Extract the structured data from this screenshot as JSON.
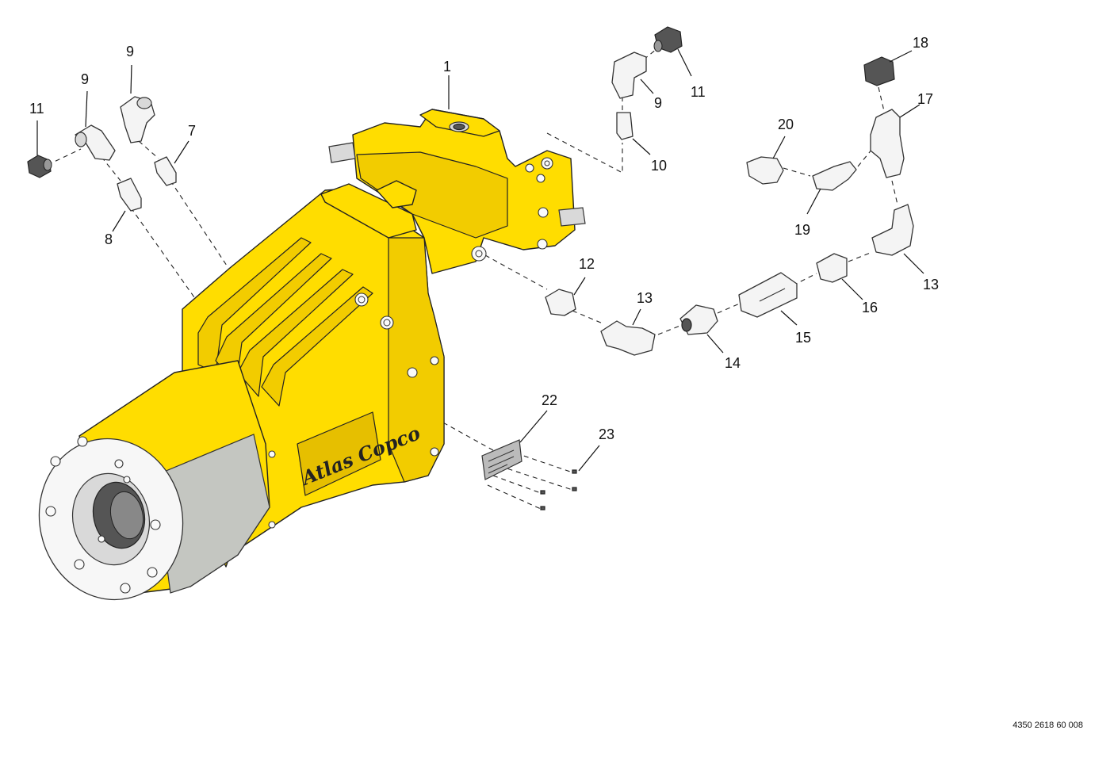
{
  "document_number": "4350 2618 60 008",
  "brand_logo_text": "Atlas Copco",
  "callouts": [
    {
      "id": "c1",
      "label": "1"
    },
    {
      "id": "c7",
      "label": "7"
    },
    {
      "id": "c8",
      "label": "8"
    },
    {
      "id": "c9a",
      "label": "9"
    },
    {
      "id": "c9b",
      "label": "9"
    },
    {
      "id": "c9c",
      "label": "9"
    },
    {
      "id": "c10",
      "label": "10"
    },
    {
      "id": "c11a",
      "label": "11"
    },
    {
      "id": "c11b",
      "label": "11"
    },
    {
      "id": "c12",
      "label": "12"
    },
    {
      "id": "c13a",
      "label": "13"
    },
    {
      "id": "c13b",
      "label": "13"
    },
    {
      "id": "c14",
      "label": "14"
    },
    {
      "id": "c15",
      "label": "15"
    },
    {
      "id": "c16",
      "label": "16"
    },
    {
      "id": "c17",
      "label": "17"
    },
    {
      "id": "c18",
      "label": "18"
    },
    {
      "id": "c19",
      "label": "19"
    },
    {
      "id": "c20",
      "label": "20"
    },
    {
      "id": "c22",
      "label": "22"
    },
    {
      "id": "c23",
      "label": "23"
    }
  ],
  "colors": {
    "housing_yellow": "#ffdd00",
    "cover_grey": "#c4c6c1",
    "fitting_dark": "#555555"
  }
}
